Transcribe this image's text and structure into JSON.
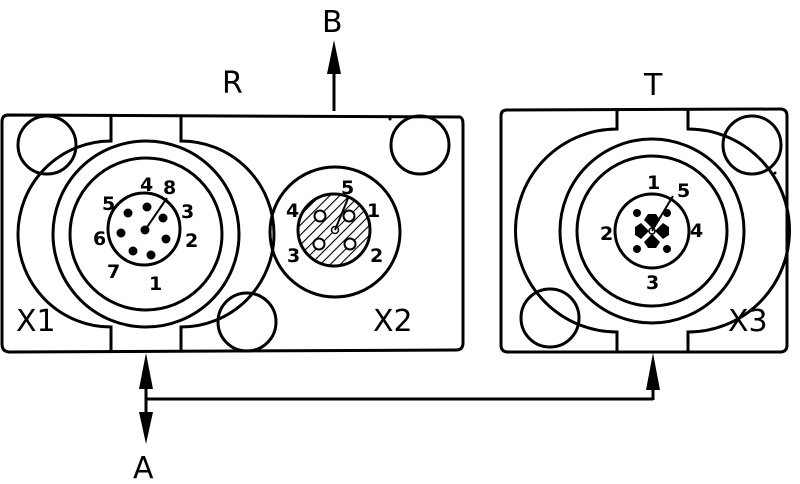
{
  "labels": {
    "R": "R",
    "B": "B",
    "T": "T",
    "A": "A",
    "X1": "X1",
    "X2": "X2",
    "X3": "X3"
  },
  "x1_pins": [
    "1",
    "2",
    "3",
    "4",
    "5",
    "6",
    "7",
    "8"
  ],
  "x2_pins": [
    "1",
    "2",
    "3",
    "4",
    "5"
  ],
  "x3_pins": [
    "1",
    "2",
    "3",
    "4",
    "5"
  ]
}
